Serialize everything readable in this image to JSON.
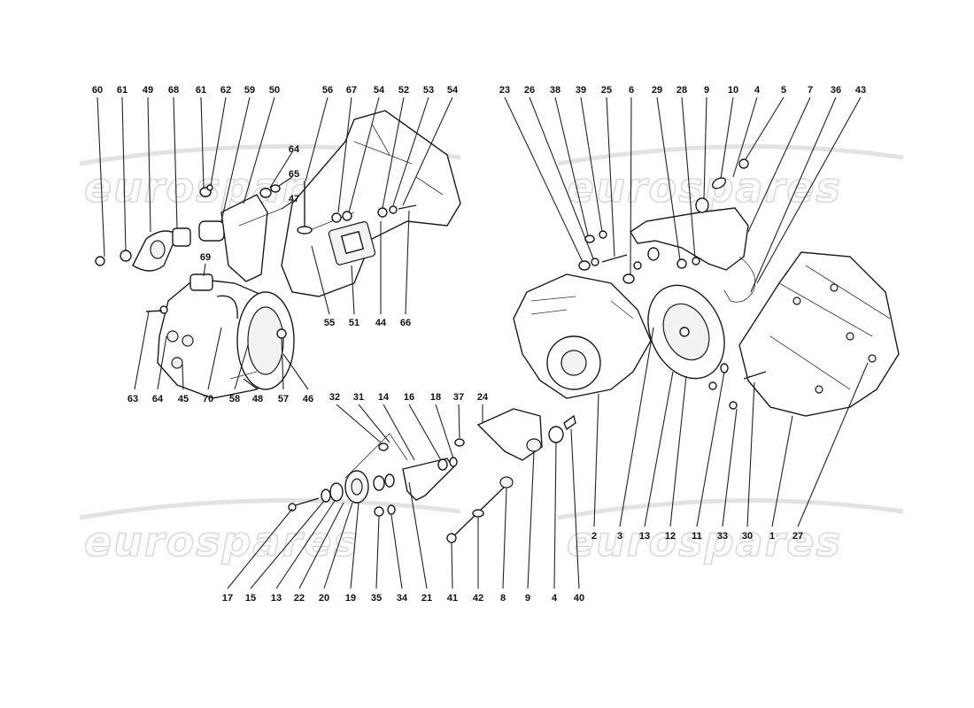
{
  "watermark": {
    "text": "eurospares"
  },
  "callouts": {
    "top_left": [
      "60",
      "61",
      "49",
      "68",
      "61",
      "62",
      "59",
      "50",
      "64",
      "65",
      "47"
    ],
    "top_middle": [
      "56",
      "67",
      "54",
      "52",
      "53",
      "54",
      "55",
      "51",
      "44",
      "66"
    ],
    "compressor": [
      "69",
      "63",
      "64",
      "45",
      "70",
      "58",
      "48",
      "57",
      "46"
    ],
    "bottom_middle": [
      "32",
      "31",
      "14",
      "16",
      "18",
      "37",
      "24",
      "17",
      "15",
      "13",
      "22",
      "20",
      "19",
      "35",
      "34",
      "21",
      "41",
      "42",
      "8",
      "9",
      "4",
      "40"
    ],
    "top_right": [
      "23",
      "26",
      "38",
      "39",
      "25",
      "6",
      "29",
      "28",
      "9",
      "10",
      "4",
      "5",
      "7",
      "36",
      "43"
    ],
    "bottom_right": [
      "2",
      "3",
      "13",
      "12",
      "11",
      "33",
      "30",
      "1",
      "27"
    ]
  }
}
